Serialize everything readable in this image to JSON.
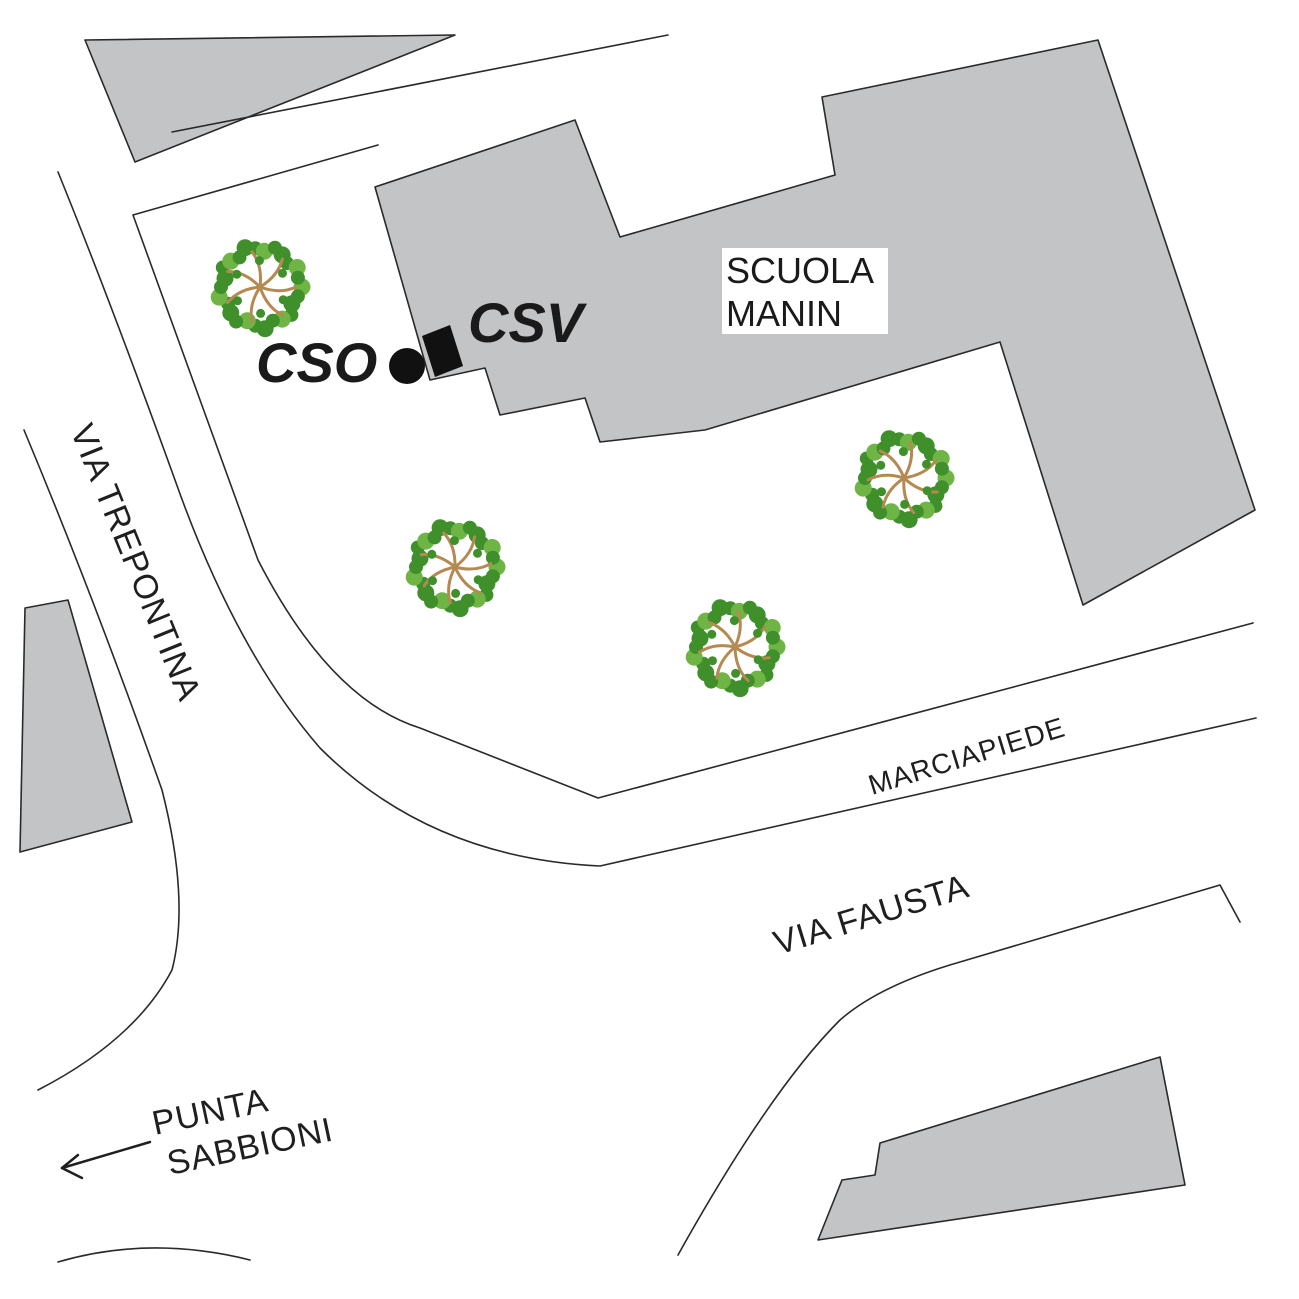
{
  "map": {
    "labels": {
      "school_line1": "SCUOLA",
      "school_line2": "MANIN",
      "street_trepontina": "VIA TREPONTINA",
      "street_fausta": "VIA FAUSTA",
      "sidewalk": "MARCIAPIEDE",
      "direction_line1": "PUNTA",
      "direction_line2": "SABBIONI"
    },
    "stations": [
      {
        "code": "CSO",
        "symbol": "circle"
      },
      {
        "code": "CSV",
        "symbol": "square"
      }
    ],
    "colors": {
      "building_fill": "#c3c4c6",
      "line": "#2a2a2a",
      "tree_foliage": "#3f8f2b",
      "tree_trunk": "#b48a52",
      "marker": "#111111"
    },
    "icons": [
      "tree-icon",
      "circle-marker-icon",
      "square-marker-icon",
      "arrow-left-icon"
    ]
  }
}
